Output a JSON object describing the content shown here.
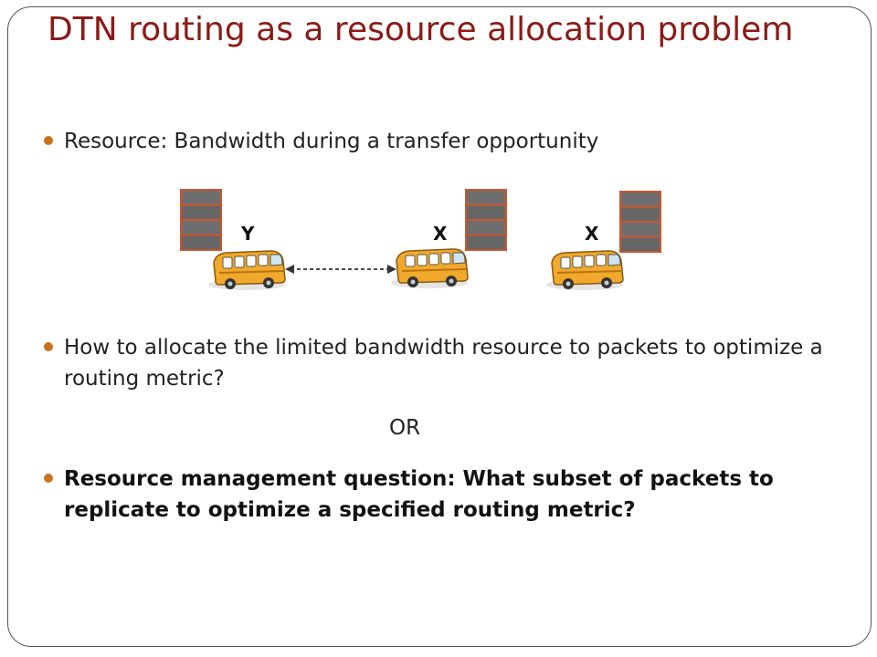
{
  "slide": {
    "title": "DTN routing as a resource allocation problem",
    "bullets": [
      "Resource: Bandwidth during a transfer opportunity",
      "How to allocate the limited bandwidth resource to packets to optimize a routing metric?",
      "Resource management question: What subset of packets to replicate to optimize a specified routing metric?"
    ],
    "or_text": "OR"
  },
  "diagram": {
    "labels": [
      "Y",
      "X",
      "X"
    ],
    "icons": [
      "packet-stack-icon",
      "bus-icon",
      "double-arrow-icon"
    ],
    "colors": {
      "stack_fill": "#666666",
      "stack_edge": "#c9562f",
      "bus_body": "#f0a92a",
      "accent": "#c8721e",
      "title": "#8b1a16"
    }
  }
}
